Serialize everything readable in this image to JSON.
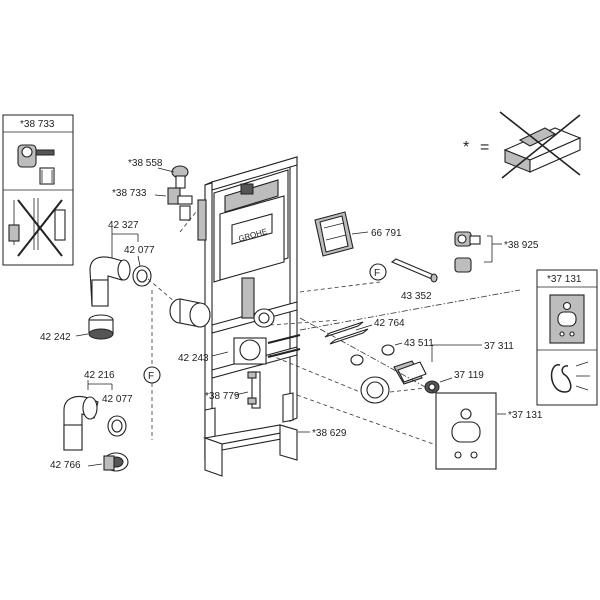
{
  "labels": {
    "p38733_box": "*38 733",
    "p38558": "*38 558",
    "p38733": "*38 733",
    "p42327": "42 327",
    "p42077a": "42 077",
    "p42242": "42 242",
    "p42216": "42 216",
    "p42077b": "42 077",
    "p42766": "42 766",
    "p66791": "66 791",
    "p43352": "43 352",
    "p42764": "42 764",
    "p43511": "43 511",
    "p37311": "37 311",
    "p37119": "37 119",
    "p37131": "*37 131",
    "p37131_box": "*37 131",
    "p42243": "42 243",
    "p38779": "*38 779",
    "p38629": "*38 629",
    "p38925": "*38 925",
    "brand": "GROHE",
    "f_marker": "F",
    "legend_star": "*",
    "legend_equals": "="
  }
}
